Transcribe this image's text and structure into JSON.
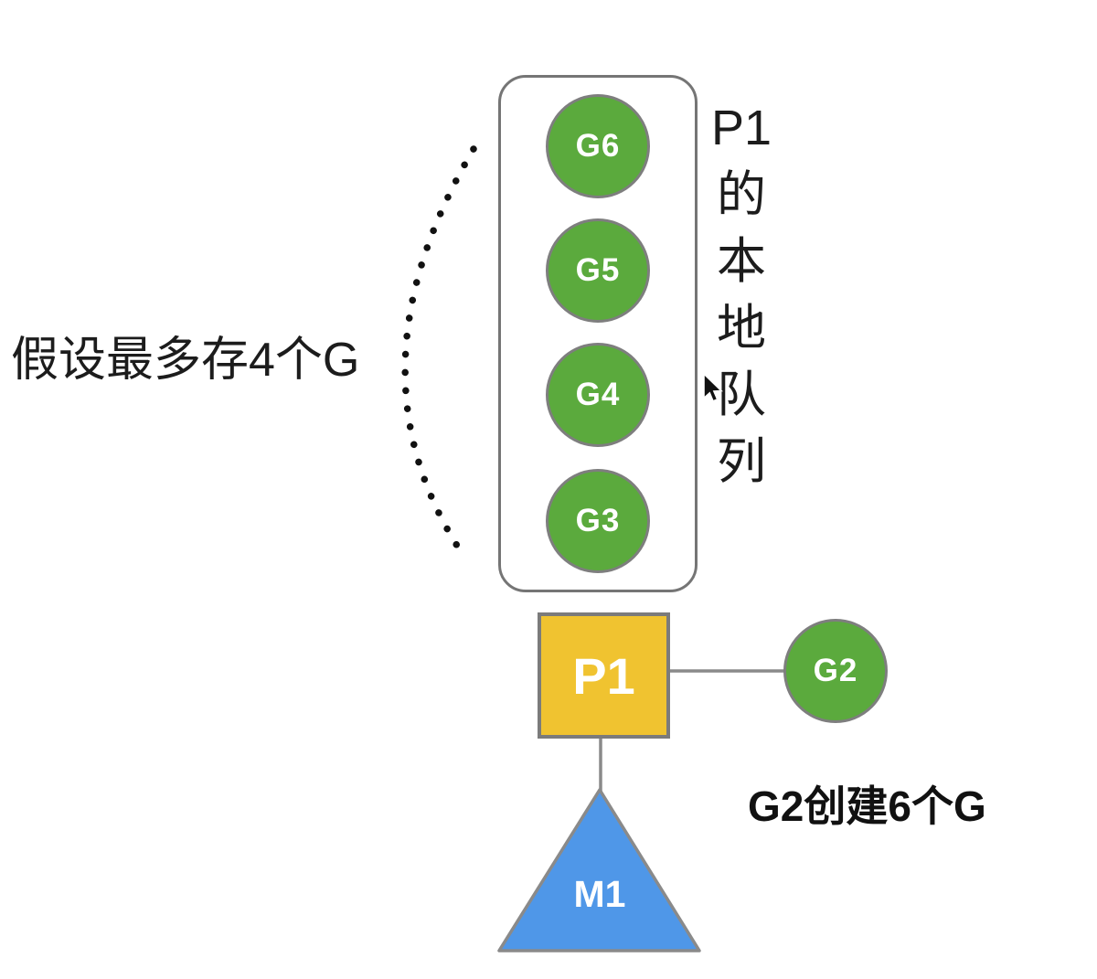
{
  "diagram": {
    "local_queue": {
      "items": [
        "G6",
        "G5",
        "G4",
        "G3"
      ],
      "side_label_lines": [
        "P1",
        "的",
        "本",
        "地",
        "队",
        "列"
      ],
      "side_label_text": "P1的本地队列"
    },
    "processor": {
      "label": "P1"
    },
    "goroutine_right": {
      "label": "G2"
    },
    "machine": {
      "label": "M1"
    },
    "notes": {
      "left": "假设最多存4个G",
      "bottom": "G2创建6个G"
    },
    "cursor": {
      "icon": "arrow-cursor"
    }
  },
  "colors": {
    "goroutine_green": "#5BAA3D",
    "processor_yellow": "#F0C330",
    "machine_blue": "#4F97E8",
    "shape_border_gray": "#7E7E7E",
    "connector_gray": "#8A8A8A",
    "text_black": "#1C1C1C",
    "background": "#FFFFFF"
  }
}
